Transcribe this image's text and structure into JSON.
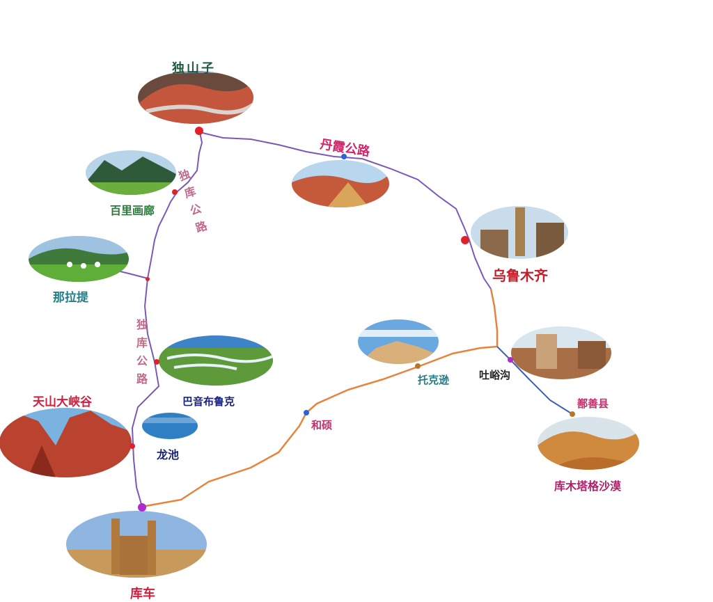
{
  "map": {
    "colors": {
      "route_purple": "#7a58b8",
      "route_orange": "#e8823c",
      "route_blue": "#3a5fb8",
      "dot_red": "#e2202a",
      "dot_blue": "#2b63d6",
      "dot_purple": "#b02ad1",
      "dot_brown": "#b5772a"
    },
    "places": {
      "dushanzi": "独山子",
      "baili": "百里画廊",
      "nalati": "那拉提",
      "bayin": "巴音布鲁克",
      "longchi": "龙池",
      "tianshan": "天山大峡谷",
      "kuche": "库车",
      "danxia": "丹霞公路",
      "urumqi": "乌鲁木齐",
      "tuokexun": "托克逊",
      "heshuo": "和硕",
      "tuyugou": "吐峪沟",
      "shanshan": "鄯善县",
      "kumtag": "库木塔格沙漠"
    },
    "road_upper": "独库公路",
    "road_lower": "独库公路"
  }
}
